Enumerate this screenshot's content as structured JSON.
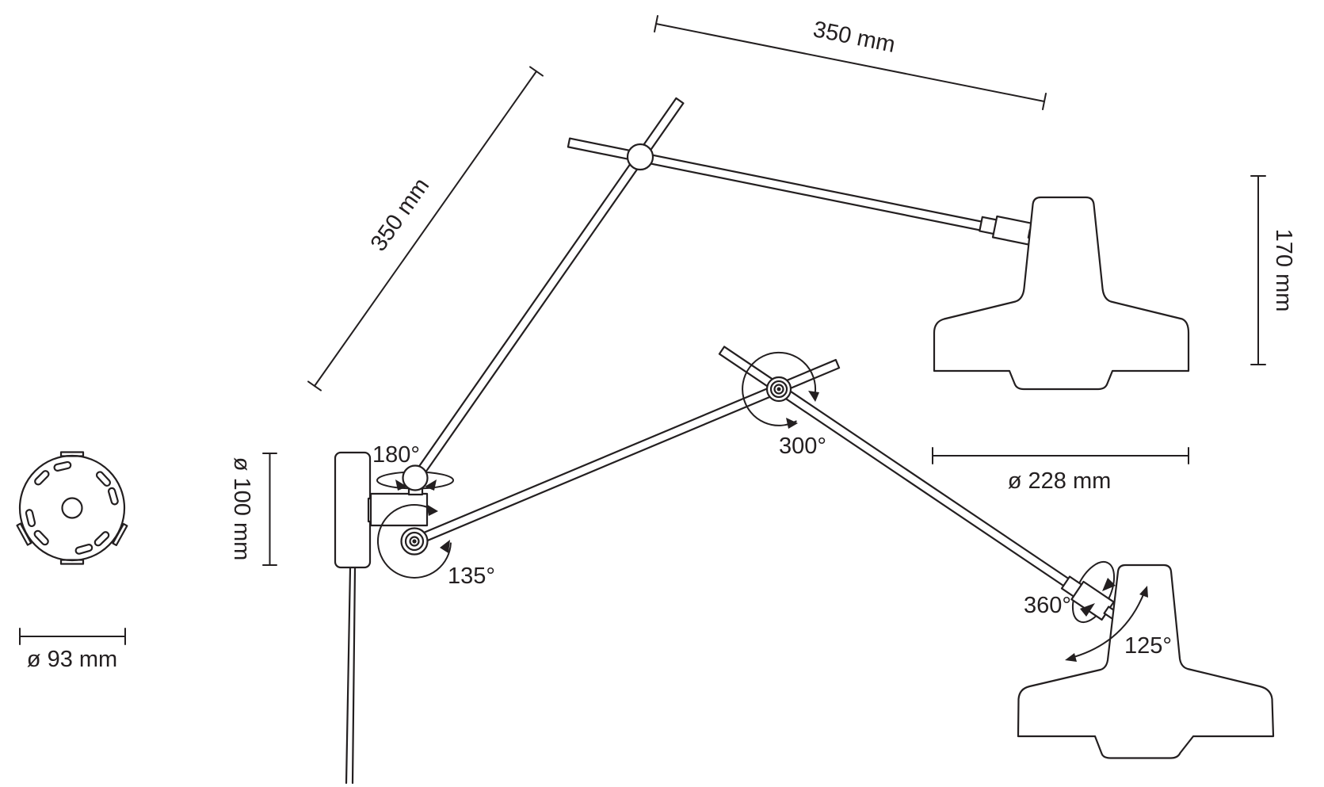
{
  "colors": {
    "ink": "#231f20",
    "paper": "#ffffff"
  },
  "dimensions": {
    "top_arm_length": "350 mm",
    "diagonal_arm_length": "350 mm",
    "head_height": "170 mm",
    "shade_diameter": "ø 228 mm",
    "wall_bracket_height": "ø 100 mm",
    "base_plate_diameter": "ø 93 mm"
  },
  "angles": {
    "ball_joint_rotation": "180°",
    "wall_arm_swing": "135°",
    "elbow_joint_rotation": "300°",
    "head_joint_spin": "360°",
    "head_tilt": "125°"
  }
}
